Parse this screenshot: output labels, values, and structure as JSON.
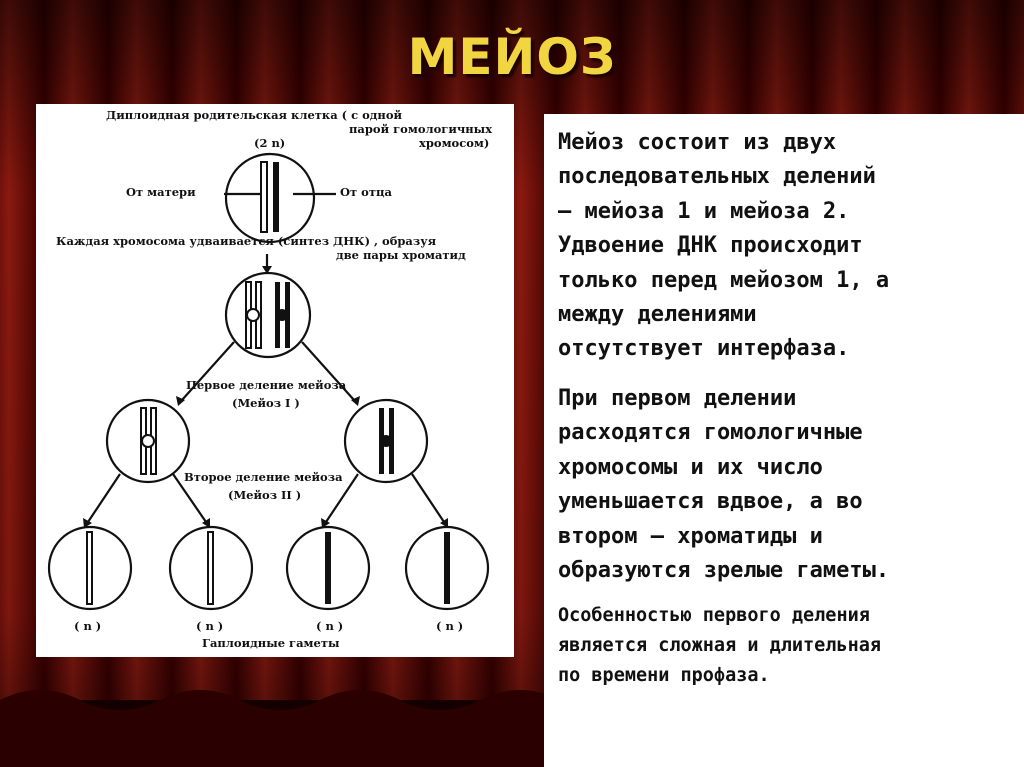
{
  "title": "МЕЙОЗ",
  "colors": {
    "title": "#f2d641",
    "curtain_dark": "#3a0000",
    "curtain_light": "#8a1a10",
    "text": "#111111"
  },
  "diagram": {
    "parent_cell_caption_line1": "Диплоидная родительская клетка ( с одной",
    "parent_cell_caption_line2": "парой гомологичных",
    "parent_cell_caption_line3": "хромосом)",
    "ploidy_2n": "(2 n)",
    "from_mother": "От матери",
    "from_father": "От отца",
    "replication_line1": "Каждая хромосома удваивается (синтез ДНК) , образуя",
    "replication_line2": "две пары хроматид",
    "first_division_line1": "Первое деление мейоза",
    "first_division_line2": "(Мейоз I )",
    "second_division_line1": "Второе деление мейоза",
    "second_division_line2": "(Мейоз II )",
    "gamete_ploidy": [
      "( n )",
      "( n )",
      "( n )",
      "( n )"
    ],
    "gametes_caption": "Гаплоидные гаметы"
  },
  "text": {
    "para1": "Мейоз состоит из двух\nпоследовательных делений\n– мейоза 1 и мейоза 2.\nУдвоение ДНК происходит\nтолько перед мейозом 1, а\nмежду делениями\nотсутствует интерфаза.",
    "para2": "При первом делении\nрасходятся гомологичные\nхромосомы и их число\nуменьшается вдвое, а во\nвтором – хроматиды и\nобразуются зрелые гаметы.",
    "para3": "Особенностью первого деления\nявляется сложная и длительная\nпо времени профаза."
  }
}
